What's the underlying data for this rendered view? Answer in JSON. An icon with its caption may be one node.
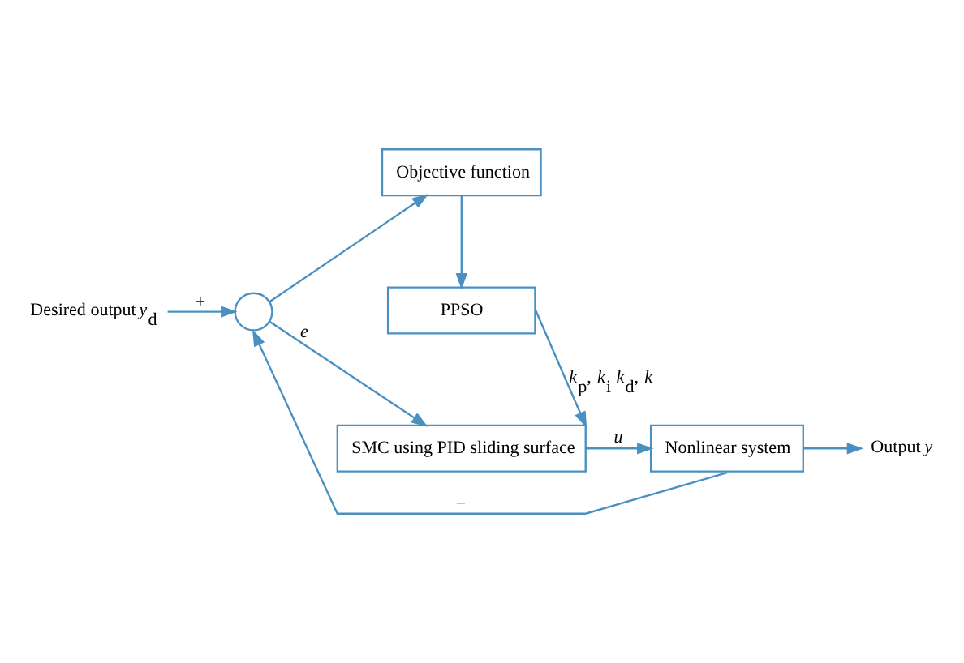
{
  "diagram": {
    "nodes": [
      {
        "text": [
          "Objective function"
        ]
      },
      {
        "text": [
          "PPSO"
        ]
      },
      {
        "text": [],
        "shape": "circle"
      },
      {
        "text": [
          "SMC using PID sliding surface"
        ]
      },
      {
        "text": [
          "Nonlinear system"
        ]
      },
      {
        "text": [
          "Desired output *y*$_{d}$"
        ]
      },
      {
        "text": [
          "Output *y*"
        ]
      }
    ],
    "edges": [
      {
        "from": 5,
        "to": 2,
        "arrow": "to",
        "label": "+"
      },
      {
        "from": 2,
        "to": 3,
        "arrow": "to",
        "label": "*e*"
      },
      {
        "from": 2,
        "to": 0,
        "arrow": "to"
      },
      {
        "from": 0,
        "to": 1,
        "arrow": "to"
      },
      {
        "from": 1,
        "to": 3,
        "arrow": "to",
        "label": "*k*$_{p}$, *k*$_{i}$ *k*$_{d}$, *k*"
      },
      {
        "from": 3,
        "to": 4,
        "arrow": "to",
        "label": "*u*"
      },
      {
        "from": 4,
        "to": 6,
        "arrow": "to"
      },
      {
        "from": 4,
        "to": 2,
        "arrow": "to",
        "label": "−"
      }
    ]
  }
}
